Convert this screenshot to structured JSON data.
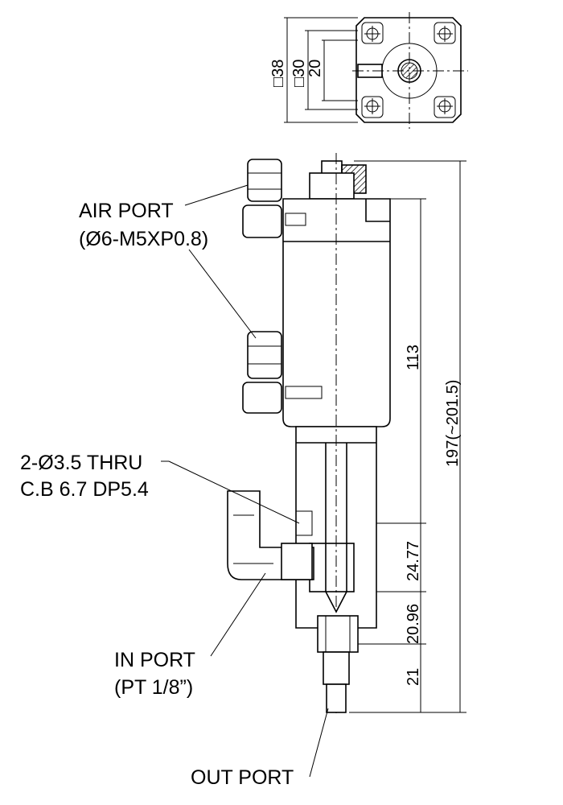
{
  "labels": {
    "air_port": "AIR PORT",
    "air_port_spec": "(Ø6-M5XP0.8)",
    "thru_hole": "2-Ø3.5 THRU",
    "counterbore": "C.B 6.7 DP5.4",
    "in_port": "IN PORT",
    "in_port_spec": "(PT 1/8”)",
    "out_port": "OUT PORT"
  },
  "dimensions": {
    "square_38": "□38",
    "square_30": "□30",
    "width_20": "20",
    "body_113": "113",
    "overall_197": "197(~201.5)",
    "d_24_77": "24.77",
    "d_20_96": "20.96",
    "d_21": "21"
  }
}
